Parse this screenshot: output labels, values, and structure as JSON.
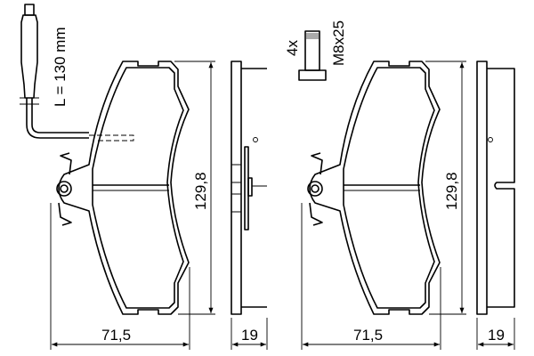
{
  "wear_sensor": {
    "length_label": "L = 130 mm"
  },
  "bolt": {
    "quantity_label": "4x",
    "size_label": "M8x25"
  },
  "left_pad": {
    "height_label": "129,8",
    "width_label": "71,5",
    "thickness_label": "19"
  },
  "right_pad": {
    "height_label": "129,8",
    "width_label": "71,5",
    "thickness_label": "19"
  }
}
